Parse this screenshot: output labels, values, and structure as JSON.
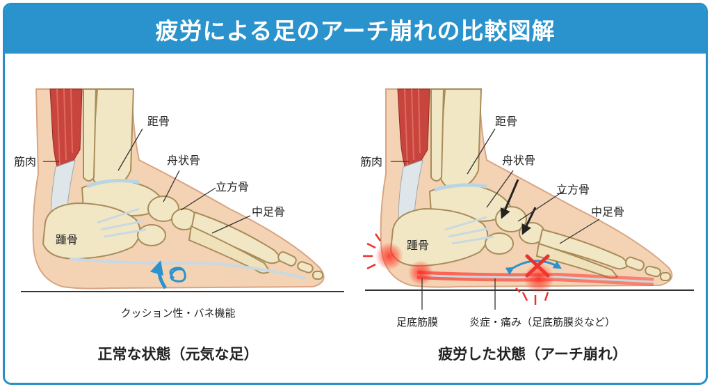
{
  "title": "疲労による足のアーチ崩れの比較図解",
  "colors": {
    "header": "#2a93cd",
    "skin": "#f4d2b4",
    "skin_edge": "#d9a583",
    "bone": "#f2e7c4",
    "bone_edge": "#a88c5a",
    "muscle": "#c8453d",
    "ligament": "#d6e3ea",
    "inflammation": "#e8322d",
    "arrow_blue": "#2a93cd"
  },
  "left_panel": {
    "labels": {
      "talus": "距骨",
      "navicular": "舟状骨",
      "cuboid": "立方骨",
      "metatarsal": "中足骨",
      "muscle": "筋肉",
      "calcaneus": "踵骨"
    },
    "cushion_caption": "クッション性・バネ機能",
    "caption": "正常な状態（元気な足）"
  },
  "right_panel": {
    "labels": {
      "talus": "距骨",
      "navicular": "舟状骨",
      "cuboid": "立方骨",
      "metatarsal": "中足骨",
      "muscle": "筋肉",
      "calcaneus": "踵骨"
    },
    "fascia_caption": "足底筋膜",
    "pain_caption": "炎症・痛み（足底筋膜炎など）",
    "caption": "疲労した状態（アーチ崩れ）"
  }
}
